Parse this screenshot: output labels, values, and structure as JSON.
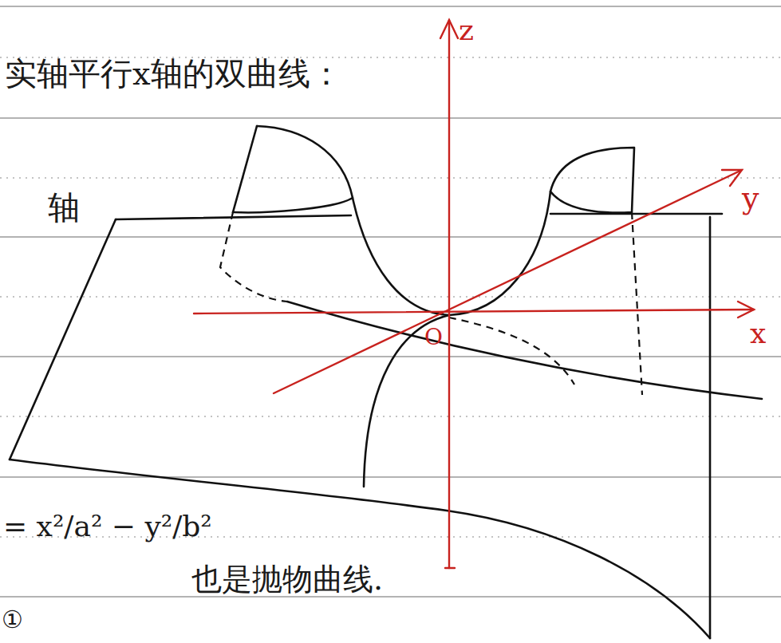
{
  "diagram": {
    "labels": [
      "实轴平行x轴的双曲线：",
      "轴",
      "z",
      "y",
      "x",
      "O",
      "= x²/a² − y²/b²",
      "也是抛物曲线.",
      "①"
    ]
  }
}
